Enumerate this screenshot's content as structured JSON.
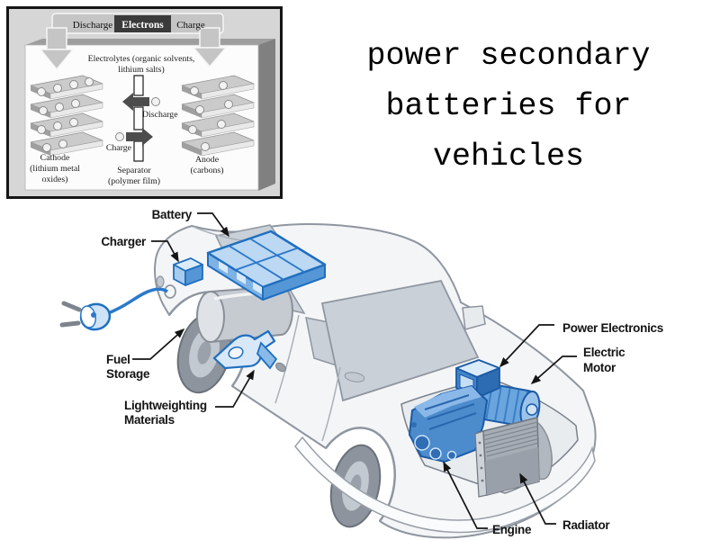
{
  "title": {
    "line1": "power secondary",
    "line2": "batteries for",
    "line3": "vehicles"
  },
  "inset": {
    "flow": {
      "discharge": "Discharge",
      "electrons": "Electrons",
      "charge": "Charge"
    },
    "electrolytes": {
      "line1": "Electrolytes (organic solvents,",
      "line2": "lithium salts)"
    },
    "ion_arrows": {
      "discharge": "Discharge",
      "charge": "Charge"
    },
    "cathode": {
      "line1": "Cathode",
      "line2": "(lithium metal",
      "line3": "oxides)"
    },
    "separator": {
      "line1": "Separator",
      "line2": "(polymer film)"
    },
    "anode": {
      "line1": "Anode",
      "line2": "(carbons)"
    }
  },
  "car": {
    "labels": {
      "battery": "Battery",
      "charger": "Charger",
      "fuel_storage": {
        "line1": "Fuel",
        "line2": "Storage"
      },
      "lightweighting": {
        "line1": "Lightweighting",
        "line2": "Materials"
      },
      "power_electronics": "Power Electronics",
      "electric_motor": {
        "line1": "Electric",
        "line2": "Motor"
      },
      "engine": "Engine",
      "radiator": "Radiator"
    }
  },
  "colors": {
    "component_outline": "#1f6fc0",
    "component_fill": "#5b9bd8",
    "component_fill_light": "#cfe3f6",
    "car_body": "#f4f5f7",
    "car_outline": "#8f96a0",
    "glass": "#c9d0d8",
    "label_ink": "#141414",
    "inset_bg": "#d6d6d6",
    "inset_band": "#c5c5c5",
    "electrons_bg": "#3a3a3a",
    "metal_gray": "#a6adb5",
    "title_ink": "#000000"
  }
}
